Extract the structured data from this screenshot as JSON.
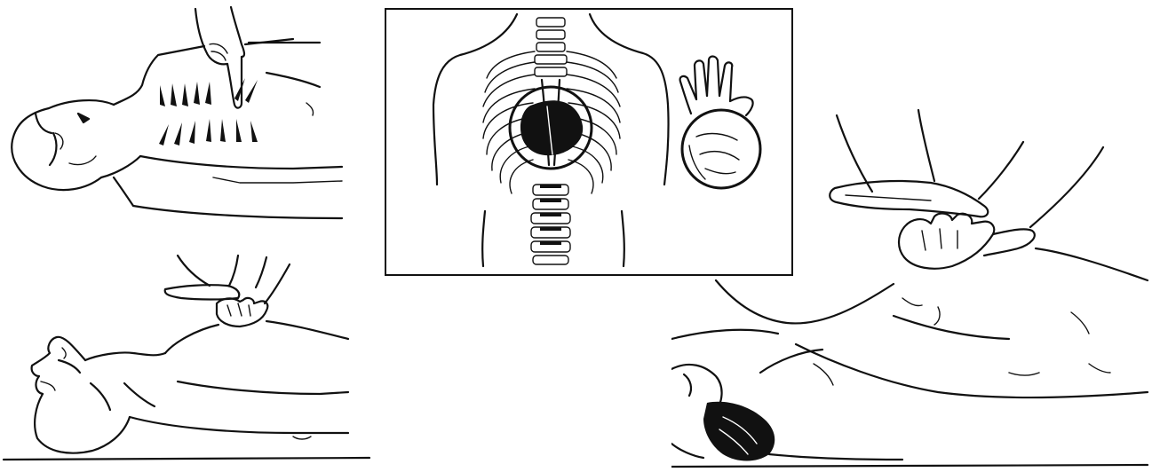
{
  "illustration": {
    "panels": [
      {
        "id": "top-left",
        "subject": "supine-patient-finger-locating-sternum"
      },
      {
        "id": "bottom-left",
        "subject": "hands-stacked-chest-compression-side-view"
      },
      {
        "id": "center",
        "subject": "thorax-skeleton-with-heart-and-hand-heel-detail"
      },
      {
        "id": "right",
        "subject": "hands-stacked-chest-compression-close-view"
      }
    ],
    "colors": {
      "ink": "#111111",
      "paper": "#ffffff"
    }
  }
}
